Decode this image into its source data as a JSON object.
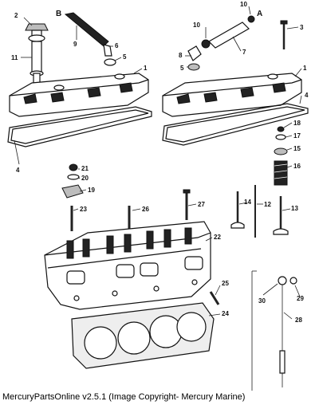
{
  "caption": "MercuryPartsOnline v2.5.1 (Image Copyright- Mercury Marine)",
  "callouts": {
    "n1a": "1",
    "n1b": "1",
    "n2": "2",
    "n3": "3",
    "n4a": "4",
    "n4b": "4",
    "n5a": "5",
    "n5b": "5",
    "n6": "6",
    "n7": "7",
    "n8": "8",
    "n9": "9",
    "n10a": "10",
    "n10b": "10",
    "n11": "11",
    "n12": "12",
    "n13": "13",
    "n14": "14",
    "n15": "15",
    "n16": "16",
    "n17": "17",
    "n18": "18",
    "n19": "19",
    "n20": "20",
    "n21": "21",
    "n22": "22",
    "n23": "23",
    "n24": "24",
    "n25": "25",
    "n26": "26",
    "n27": "27",
    "n28": "28",
    "n29": "29",
    "n30": "30",
    "A": "A",
    "B": "B"
  }
}
